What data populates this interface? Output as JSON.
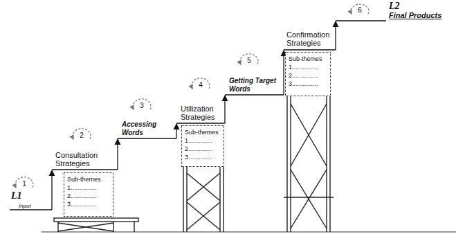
{
  "diagram": {
    "nodes": [
      {
        "text": [
          "Sub-themes",
          "1...............",
          "2...............",
          "3..............."
        ]
      },
      {
        "text": [
          "Sub-themes",
          "1..............",
          "2..............",
          "3.............."
        ]
      },
      {
        "text": [
          "Sub-themes",
          "1...............",
          "2...............",
          "3..............."
        ]
      }
    ],
    "labels": [
      "L1",
      "Input",
      "1",
      "Consultation Strategies",
      "2",
      "Accessing Words",
      "3",
      "Utilization Strategies",
      "4",
      "Getting Target Words",
      "5",
      "Confirmation Strategies",
      "6",
      "L2",
      "Final Products"
    ]
  }
}
